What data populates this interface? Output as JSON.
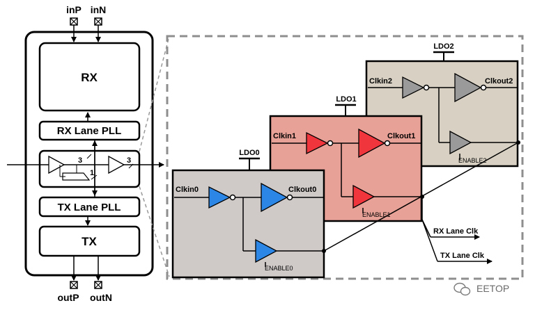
{
  "pins": {
    "in_p": "inP",
    "in_n": "inN",
    "out_p": "outP",
    "out_n": "outN"
  },
  "left_block": {
    "rx": "RX",
    "rx_lane_pll": "RX Lane PLL",
    "tx_lane_pll": "TX Lane PLL",
    "tx": "TX",
    "bus_width_3a": "3",
    "bus_width_3b": "3",
    "bus_width_1": "1"
  },
  "slices": [
    {
      "ldo": "LDO0",
      "clkin": "Clkin0",
      "clkout": "Clkout0",
      "enable": "ENABLE0",
      "fill": "#cfcac8",
      "buffer_color": "#2b86e6"
    },
    {
      "ldo": "LDO1",
      "clkin": "Clkin1",
      "clkout": "Clkout1",
      "enable": "ENABLE1",
      "fill": "#e8a197",
      "buffer_color": "#f0353d"
    },
    {
      "ldo": "LDO2",
      "clkin": "Clkin2",
      "clkout": "Clkout2",
      "enable": "ENABLE2",
      "fill": "#d8d1c3",
      "buffer_color": "#9a9a9a"
    }
  ],
  "outputs": {
    "rx_lane_clk": "RX Lane Clk",
    "tx_lane_clk": "TX Lane Clk"
  },
  "watermark": {
    "text": "EETOP",
    "icon": "wechat-icon"
  }
}
